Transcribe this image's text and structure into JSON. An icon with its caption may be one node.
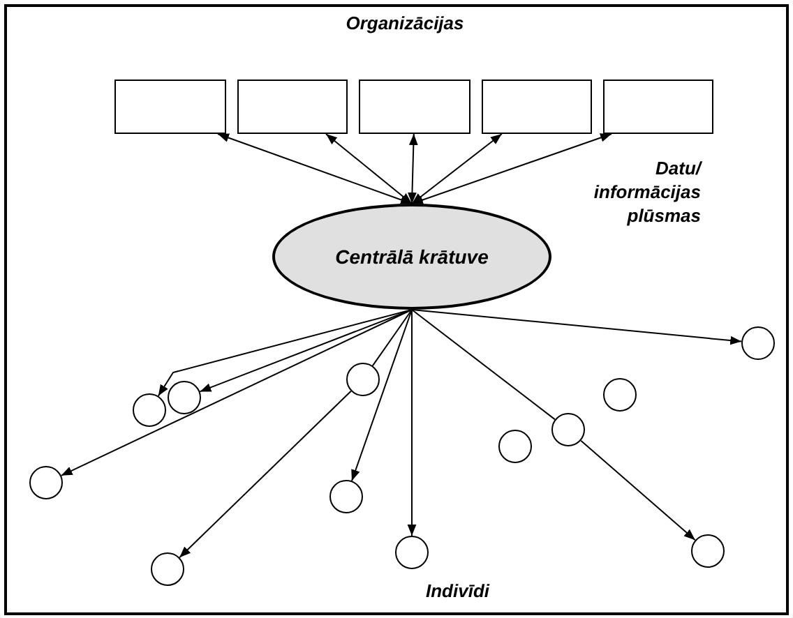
{
  "diagram": {
    "nodes": [
      {
        "text": [],
        "shape": "box"
      },
      {
        "text": [],
        "shape": "box"
      },
      {
        "text": [],
        "shape": "box"
      },
      {
        "text": [],
        "shape": "box"
      },
      {
        "text": [],
        "shape": "box"
      },
      {
        "text": [
          "Centrālā krātuve"
        ]
      },
      {
        "text": [],
        "shape": "circle"
      },
      {
        "text": [],
        "shape": "circle"
      },
      {
        "text": [],
        "shape": "circle"
      },
      {
        "text": [],
        "shape": "circle"
      },
      {
        "text": [],
        "shape": "circle"
      },
      {
        "text": [],
        "shape": "circle"
      },
      {
        "text": [],
        "shape": "circle"
      },
      {
        "text": [],
        "shape": "circle"
      },
      {
        "text": [],
        "shape": "circle"
      },
      {
        "text": [],
        "shape": "circle"
      },
      {
        "text": [],
        "shape": "circle"
      },
      {
        "text": [],
        "shape": "circle"
      }
    ],
    "edges": [
      {
        "from": 5,
        "to": 0,
        "arrow": "both"
      },
      {
        "from": 5,
        "to": 1,
        "arrow": "both"
      },
      {
        "from": 5,
        "to": 2,
        "arrow": "both"
      },
      {
        "from": 5,
        "to": 3,
        "arrow": "both"
      },
      {
        "from": 5,
        "to": 4,
        "arrow": "both"
      },
      {
        "from": 5,
        "to": 6,
        "arrow": "to"
      },
      {
        "from": 5,
        "to": 7,
        "arrow": "none"
      },
      {
        "from": 7,
        "to": 17,
        "arrow": "to"
      },
      {
        "from": 5,
        "to": 8,
        "arrow": "to"
      },
      {
        "from": 5,
        "to": 10,
        "arrow": "to"
      },
      {
        "from": 5,
        "to": 13,
        "arrow": "to"
      },
      {
        "from": 5,
        "to": 14,
        "arrow": "to"
      },
      {
        "from": 5,
        "to": 16,
        "arrow": "to"
      },
      {
        "from": 5,
        "to": 11,
        "arrow": "none"
      },
      {
        "from": 11,
        "to": 15,
        "arrow": "to"
      }
    ],
    "labels": [
      "Organizācijas",
      "Datu/ informācijas plūsmas",
      "Indivīdi"
    ]
  }
}
